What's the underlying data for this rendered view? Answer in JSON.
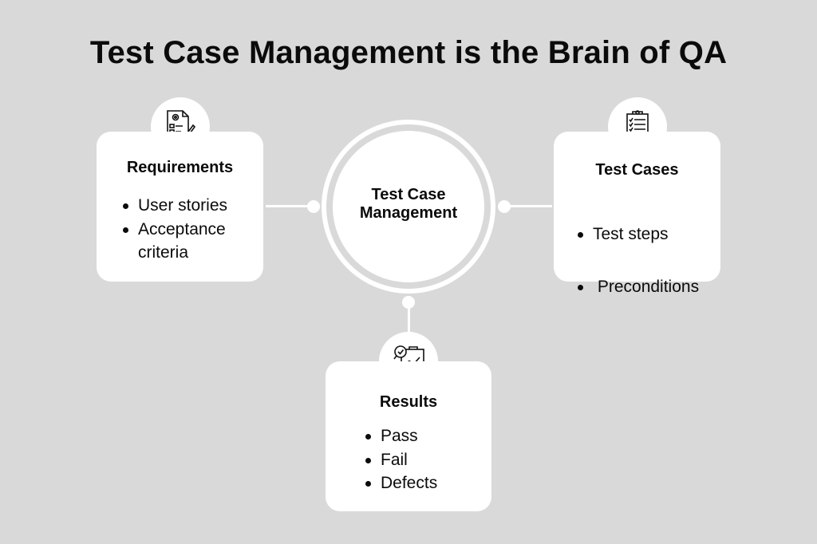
{
  "title": "Test Case Management is the Brain of QA",
  "hub": {
    "line1": "Test Case",
    "line2": "Management"
  },
  "nodes": {
    "requirements": {
      "icon": "requirements-checklist-icon",
      "title": "Requirements",
      "items": [
        "User stories",
        "Acceptance criteria"
      ]
    },
    "test_cases": {
      "icon": "clipboard-checklist-icon",
      "title": "Test Cases",
      "items": [
        "Test steps",
        " Preconditions"
      ]
    },
    "results": {
      "icon": "analytics-report-icon",
      "title": "Results",
      "items": [
        "Pass",
        "Fail",
        "Defects"
      ]
    }
  },
  "colors": {
    "background": "#d9d9d9",
    "card": "#ffffff",
    "text": "#0b0b0b"
  }
}
